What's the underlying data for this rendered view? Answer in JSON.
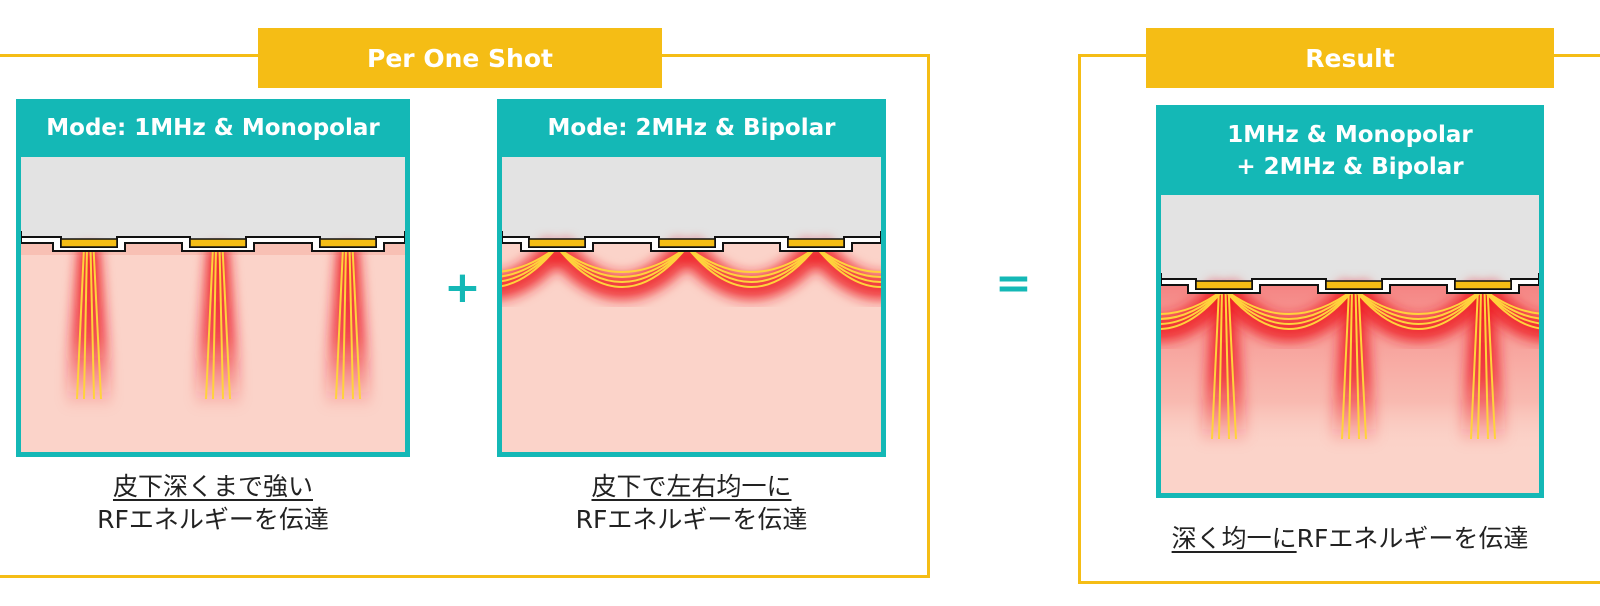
{
  "sections": {
    "left_label": "Per One Shot",
    "right_label": "Result"
  },
  "panels": [
    {
      "title": "Mode: 1MHz & Monopolar"
    },
    {
      "title": "Mode: 2MHz & Bipolar"
    },
    {
      "title_line1": "1MHz & Monopolar",
      "title_line2": "+ 2MHz & Bipolar"
    }
  ],
  "operators": {
    "plus": "+",
    "equals": "="
  },
  "captions": [
    {
      "line1": "皮下深くまで強い",
      "line2": "RFエネルギーを伝達"
    },
    {
      "line1": "皮下で左右均一に",
      "line2": "RFエネルギーを伝達"
    },
    {
      "underlined": "深く均一に",
      "rest": "RFエネルギーを伝達"
    }
  ],
  "colors": {
    "accent_yellow": "#f5bd15",
    "teal": "#14b8b6",
    "skin": "#fbd3c9",
    "device_gray": "#e3e3e3",
    "rf_red": "#ee1c25",
    "rf_line": "#ffd23c"
  },
  "icons": [
    "electrode-icon",
    "rf-energy-icon"
  ]
}
